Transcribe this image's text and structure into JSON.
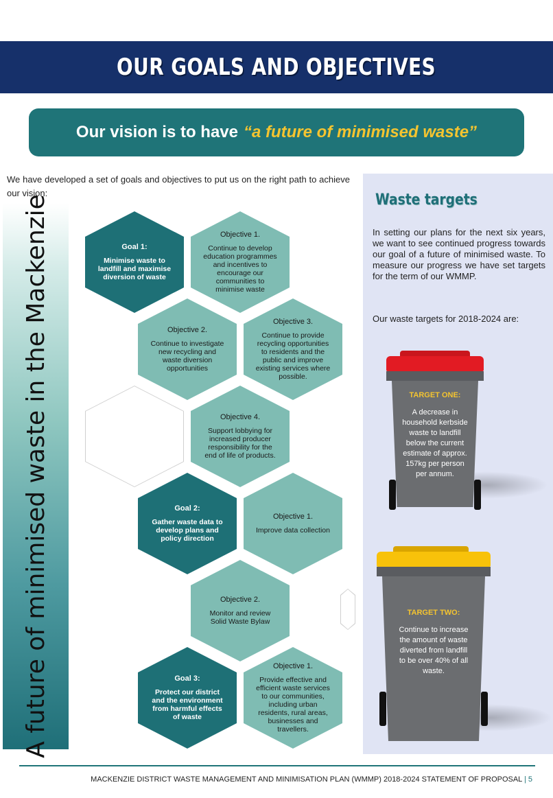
{
  "header": {
    "title": "OUR GOALS AND OBJECTIVES"
  },
  "vision": {
    "lead": "Our vision is to have",
    "quote": "“a future of minimised waste”"
  },
  "intro": "We have developed a set of goals and objectives to put us on the right path to achieve our vision:",
  "sidebar_text": "A future of minimised waste in the Mackenzie",
  "hexes": {
    "goal1": {
      "title": "Goal 1:",
      "body": "Minimise waste to landfill and maximise diversion of waste"
    },
    "g1_obj1": {
      "title": "Objective 1.",
      "body": "Continue to develop education programmes  and incentives to encourage our communities to minimise waste"
    },
    "g1_obj2": {
      "title": "Objective 2.",
      "body": "Continue to investigate new recycling and waste diversion opportunities"
    },
    "g1_obj3": {
      "title": "Objective 3.",
      "body": "Continue to provide recycling opportunities to residents and the public and improve existing services where possible."
    },
    "g1_obj4": {
      "title": "Objective 4.",
      "body": "Support lobbying for increased producer responsibility for the end of life of products."
    },
    "goal2": {
      "title": "Goal 2:",
      "body": "Gather waste data to develop plans and policy direction"
    },
    "g2_obj1": {
      "title": "Objective 1.",
      "body": "Improve data collection"
    },
    "g2_obj2": {
      "title": "Objective 2.",
      "body": "Monitor and review Solid Waste Bylaw"
    },
    "goal3": {
      "title": "Goal 3:",
      "body": "Protect our district and the environment from harmful effects of waste"
    },
    "g3_obj1": {
      "title": "Objective 1.",
      "body": "Provide effective and efficient waste services to our communities, including urban residents, rural areas, businesses and travellers."
    }
  },
  "targets_panel": {
    "title": "Waste targets",
    "text": "In setting our plans for the next six years, we want to see continued progress towards our goal of a future of minimised waste. To measure our progress we have set targets for the term of our WMMP.",
    "text2": "Our waste targets for 2018-2024 are:",
    "target_one": {
      "title": "TARGET ONE:",
      "body": "A decrease in household kerbside waste to landfill below the current estimate of approx. 157kg per person per annum.",
      "lid_color": "#e21b23"
    },
    "target_two": {
      "title": "TARGET TWO:",
      "body": "Continue to increase the amount of waste diverted from landfill to be over 40% of all waste.",
      "lid_color": "#f8c20a"
    }
  },
  "footer": {
    "text": "MACKENZIE DISTRICT WASTE MANAGEMENT AND MINIMISATION PLAN (WMMP) 2018-2024 STATEMENT OF PROPOSAL",
    "page": "| 5"
  },
  "colors": {
    "navy": "#16306a",
    "teal": "#1f7478",
    "light_teal": "#7fbcb3",
    "gold": "#f4c430",
    "panel": "#e0e4f4"
  }
}
